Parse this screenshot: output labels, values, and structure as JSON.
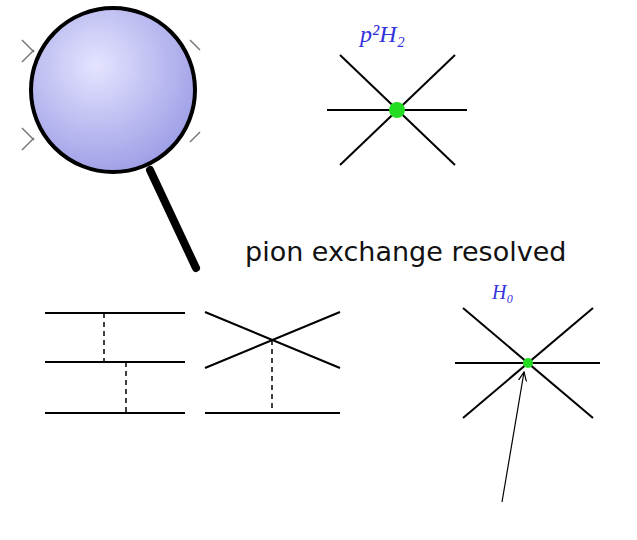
{
  "diagram": {
    "labels": [
      "p²H₂",
      "pion exchange resolved",
      "H₀"
    ]
  }
}
